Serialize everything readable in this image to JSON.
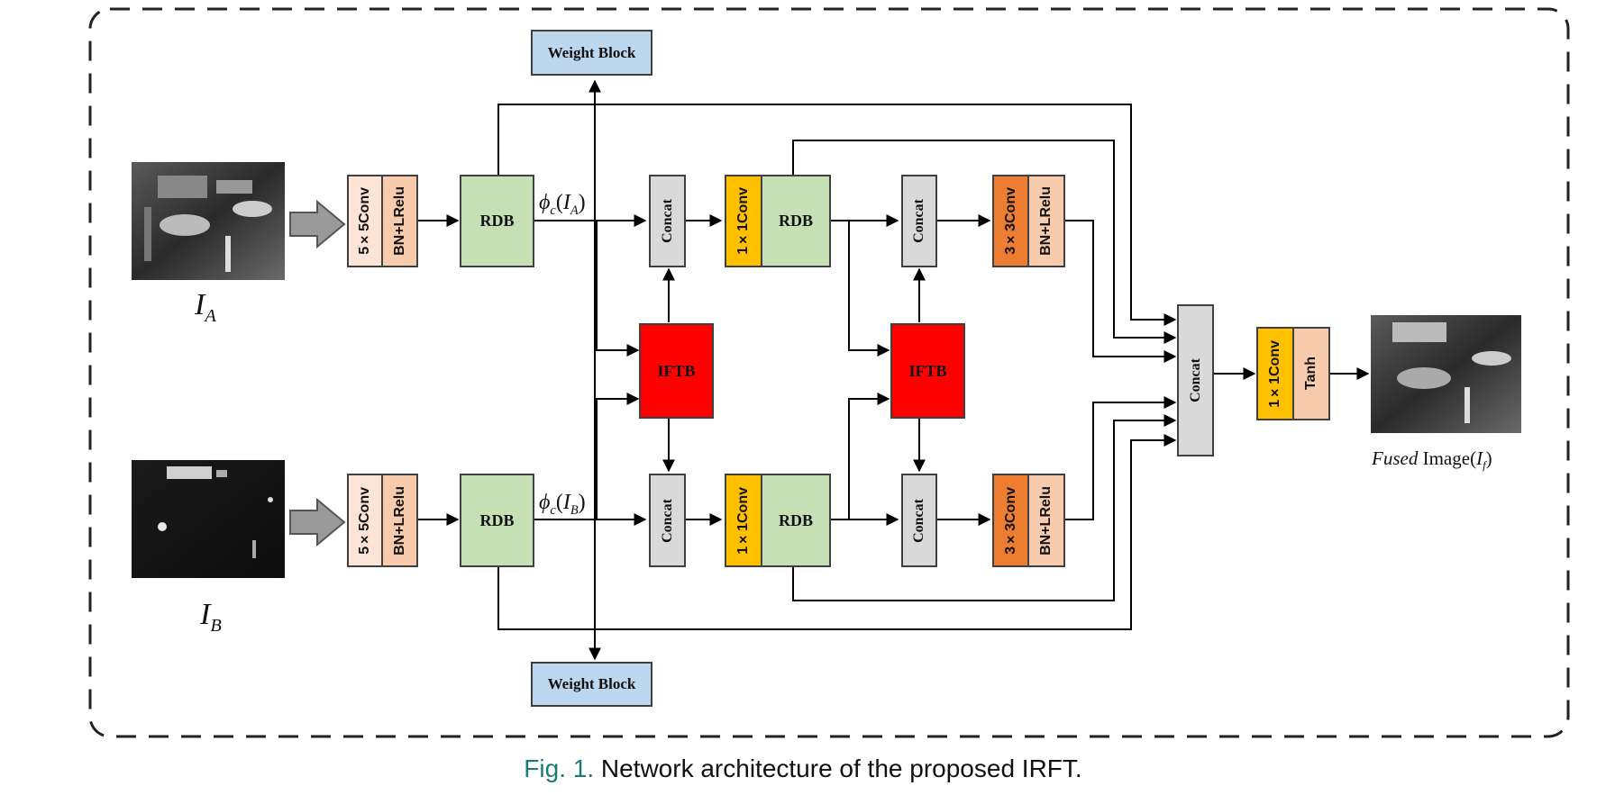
{
  "blocks": {
    "conv5": "5×5Conv",
    "bnlrelu": "BN+LRelu",
    "rdb": "RDB",
    "concat": "Concat",
    "iftb": "IFTB",
    "conv1": "1×1Conv",
    "conv3": "3×3Conv",
    "tanh": "Tanh",
    "weight_block": "Weight Block"
  },
  "labels": {
    "phi": "ϕ",
    "c": "c",
    "ia_base": "I",
    "ia_sub": "A",
    "ib_base": "I",
    "ib_sub": "B",
    "fused_italic": "Fused",
    "fused_text": "Image",
    "fused_sub": "f"
  },
  "caption": {
    "fig": "Fig. 1.",
    "text": "Network architecture of the proposed IRFT."
  },
  "colors": {
    "conv5": "#fce4d6",
    "bnlrelu": "#f8cbad",
    "rdb": "#c5e0b4",
    "concat": "#d9d9d9",
    "iftb": "#ff0000",
    "conv1": "#ffc000",
    "conv3": "#ed7d31",
    "weight_block": "#bdd7ee"
  }
}
